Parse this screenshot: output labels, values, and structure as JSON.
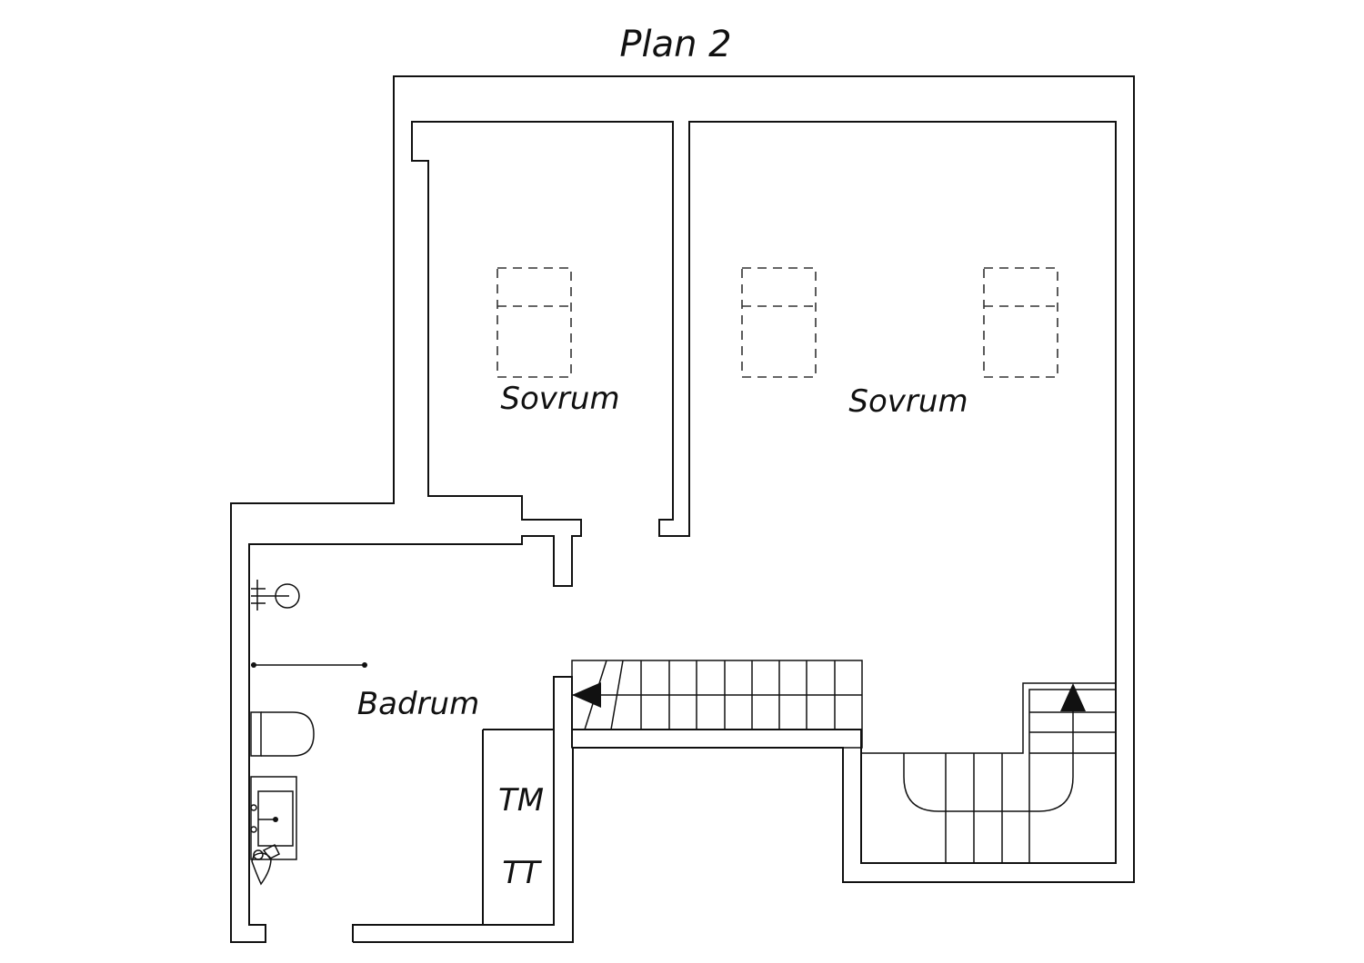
{
  "title": "Plan 2",
  "rooms": {
    "bedroom_small": "Sovrum",
    "bedroom_large": "Sovrum",
    "bathroom": "Badrum",
    "closet_tm": "TM",
    "closet_tt": "TT"
  }
}
